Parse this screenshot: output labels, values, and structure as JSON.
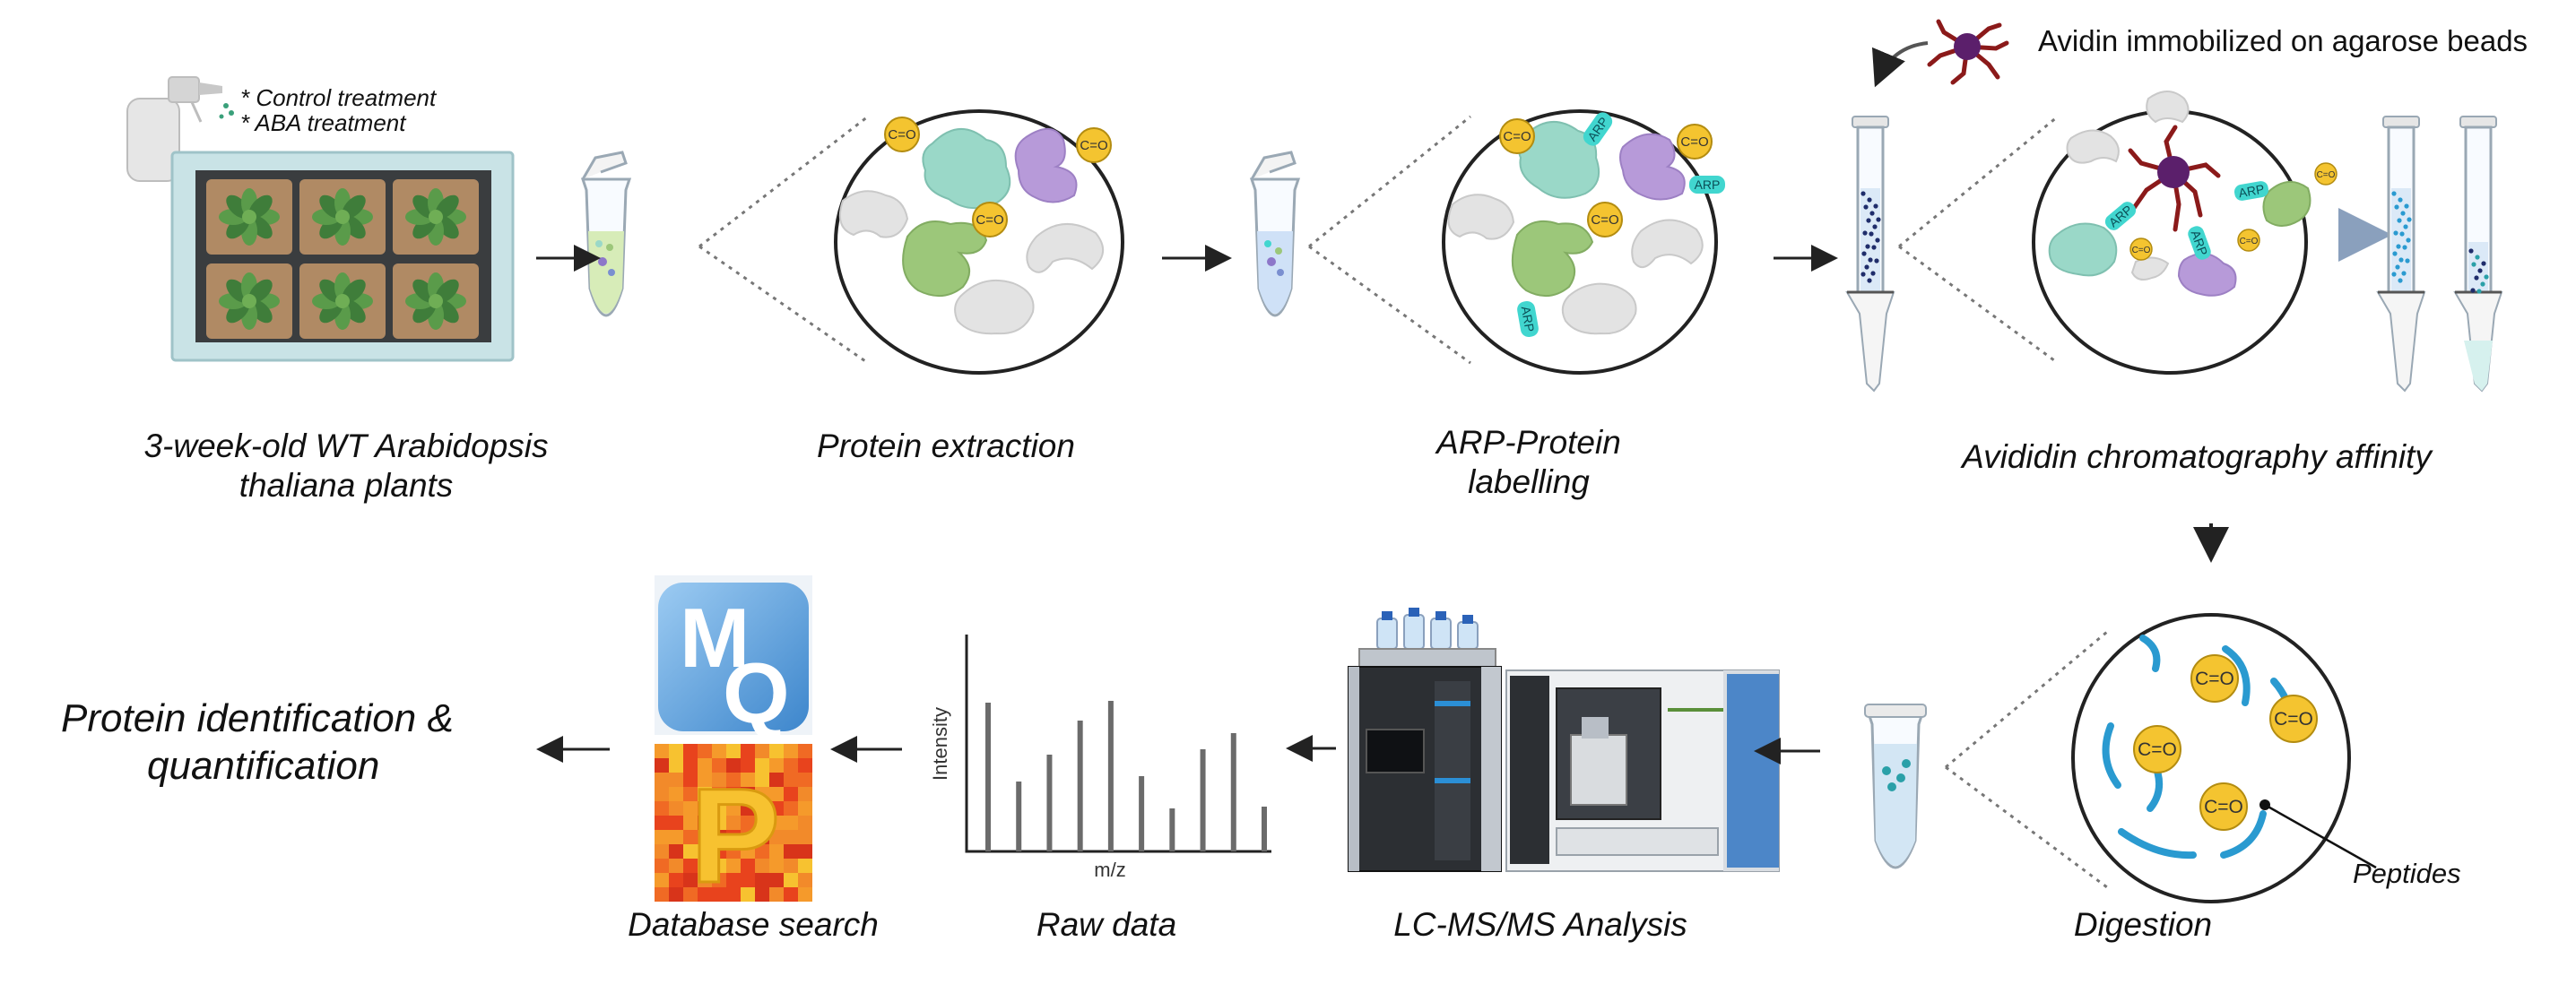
{
  "steps": {
    "plants": {
      "line1": "3-week-old WT  Arabidopsis",
      "line2": "thaliana plants"
    },
    "treatments": [
      "* Control treatment",
      "* ABA treatment"
    ],
    "extraction": "Protein extraction",
    "labelling": {
      "line1": "ARP-Protein",
      "line2": "labelling"
    },
    "affinity": "Avididin chromatography affinity",
    "avidin_note": "Avidin immobilized on agarose beads",
    "digestion": "Digestion",
    "peptides": "Peptides",
    "lcms": "LC-MS/MS Analysis",
    "raw_data": "Raw data",
    "database": "Database search",
    "final": {
      "line1": "Protein identification &",
      "line2": "quantification"
    }
  },
  "tags": {
    "carbonyl": "C=O",
    "probe": "ARP"
  },
  "spectrum": {
    "y_label": "Intensity",
    "x_label": "m/z",
    "peaks": [
      0.83,
      0.39,
      0.54,
      0.73,
      0.84,
      0.42,
      0.24,
      0.57,
      0.66,
      0.25
    ]
  },
  "logos": {
    "maxquant": {
      "letters": "MQ",
      "icon": "maxquant-logo-icon"
    },
    "perseus": {
      "letter": "P",
      "icon": "perseus-logo-icon"
    }
  },
  "colors": {
    "teal_protein": "#9ad8c8",
    "purple_protein": "#b79ad9",
    "green_protein": "#9cc77a",
    "gray_protein": "#e3e3e3",
    "carbonyl_tag": "#f4c430",
    "arp_tag": "#41d6cf",
    "avidin": "#5b1f6b",
    "avidin_arms": "#8b1a1a",
    "peptide": "#2a9ad0",
    "maxquant": "#5aa0dc",
    "perseus": "#e8431d"
  }
}
